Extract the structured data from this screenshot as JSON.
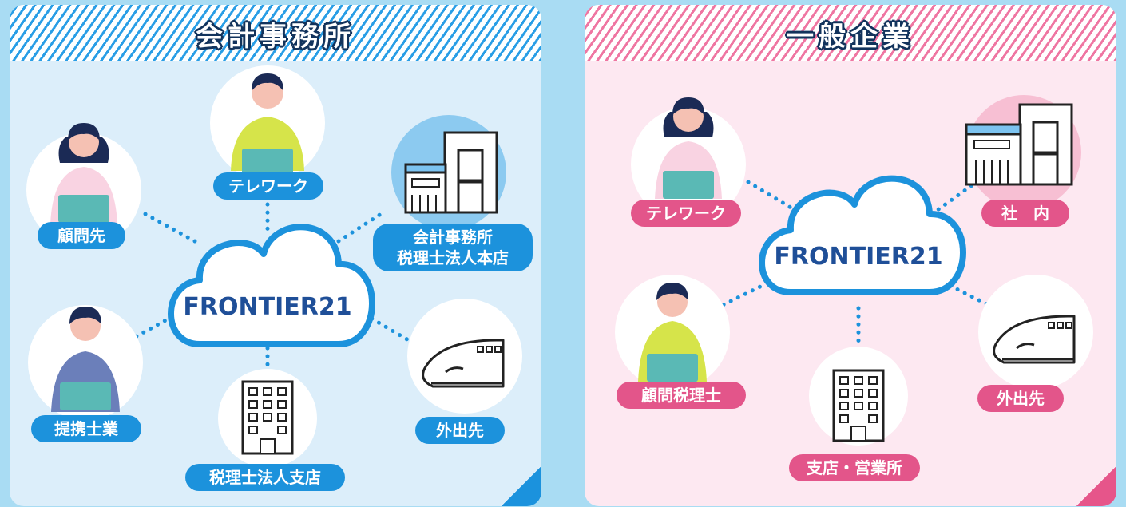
{
  "left_panel": {
    "title": "会計事務所",
    "center": "FRONTIER21",
    "nodes": {
      "telework": "テレワーク",
      "client": "顧問先",
      "head_office_line1": "会計事務所",
      "head_office_line2": "税理士法人本店",
      "partner": "提携士業",
      "branch": "税理士法人支店",
      "outside": "外出先"
    },
    "accent_color": "#1c92dc"
  },
  "right_panel": {
    "title": "一般企業",
    "center": "FRONTIER21",
    "nodes": {
      "telework": "テレワーク",
      "in_house": "社　内",
      "advisor": "顧問税理士",
      "branch": "支店・営業所",
      "outside": "外出先"
    },
    "accent_color": "#e3558a"
  }
}
